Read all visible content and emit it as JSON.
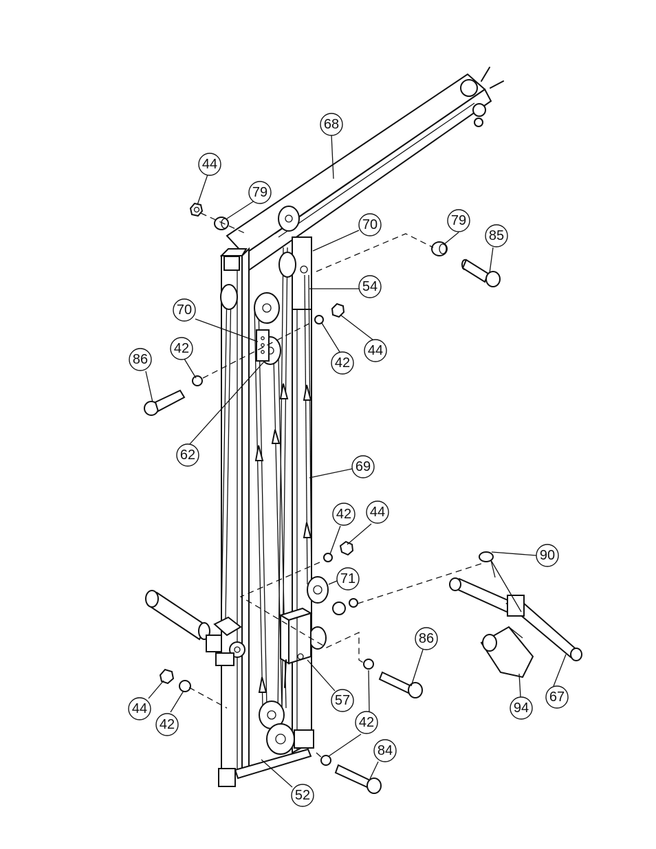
{
  "callouts": [
    {
      "id": "c-68",
      "label": "68"
    },
    {
      "id": "c-44a",
      "label": "44"
    },
    {
      "id": "c-79a",
      "label": "79"
    },
    {
      "id": "c-70a",
      "label": "70"
    },
    {
      "id": "c-79b",
      "label": "79"
    },
    {
      "id": "c-85",
      "label": "85"
    },
    {
      "id": "c-54",
      "label": "54"
    },
    {
      "id": "c-70b",
      "label": "70"
    },
    {
      "id": "c-42a",
      "label": "42"
    },
    {
      "id": "c-86a",
      "label": "86"
    },
    {
      "id": "c-42b",
      "label": "42"
    },
    {
      "id": "c-44b",
      "label": "44"
    },
    {
      "id": "c-62",
      "label": "62"
    },
    {
      "id": "c-69",
      "label": "69"
    },
    {
      "id": "c-42c",
      "label": "42"
    },
    {
      "id": "c-44c",
      "label": "44"
    },
    {
      "id": "c-90",
      "label": "90"
    },
    {
      "id": "c-71",
      "label": "71"
    },
    {
      "id": "c-86b",
      "label": "86"
    },
    {
      "id": "c-67",
      "label": "67"
    },
    {
      "id": "c-94",
      "label": "94"
    },
    {
      "id": "c-57",
      "label": "57"
    },
    {
      "id": "c-44d",
      "label": "44"
    },
    {
      "id": "c-42d",
      "label": "42"
    },
    {
      "id": "c-42e",
      "label": "42"
    },
    {
      "id": "c-84",
      "label": "84"
    },
    {
      "id": "c-52",
      "label": "52"
    }
  ]
}
